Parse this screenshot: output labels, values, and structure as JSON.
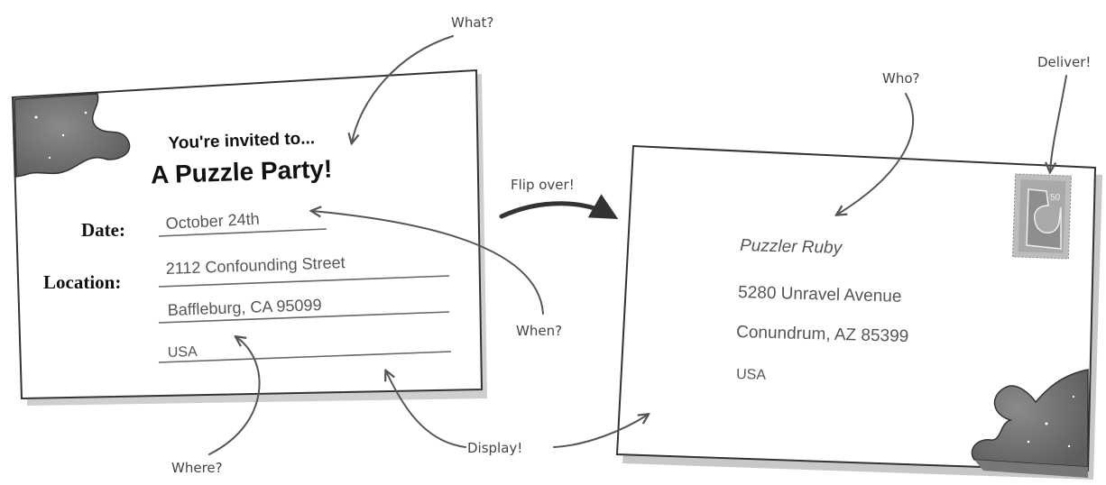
{
  "invitation": {
    "heading_small": "You're invited to...",
    "heading_large": "A Puzzle Party!",
    "date_label": "Date:",
    "date_value": "October 24th",
    "location_label": "Location:",
    "location_lines": [
      "2112 Confounding Street",
      "Baffleburg, CA 95099",
      "USA"
    ]
  },
  "envelope": {
    "address_lines": [
      "Puzzler Ruby",
      "5280 Unravel Avenue",
      "Conundrum, AZ 85399",
      "USA"
    ],
    "stamp_value": "50"
  },
  "annotations": {
    "what": "What?",
    "who": "Who?",
    "deliver": "Deliver!",
    "flip_over": "Flip over!",
    "when": "When?",
    "where": "Where?",
    "display": "Display!"
  }
}
